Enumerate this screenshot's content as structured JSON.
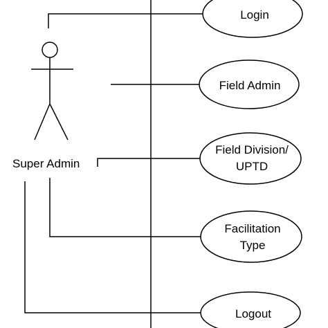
{
  "actor": {
    "name": "Super Admin"
  },
  "use_cases": [
    {
      "lines": [
        "Login"
      ]
    },
    {
      "lines": [
        "Field Admin"
      ]
    },
    {
      "lines": [
        "Field Division/",
        "UPTD"
      ]
    },
    {
      "lines": [
        "Facilitation",
        "Type"
      ]
    },
    {
      "lines": [
        "Logout"
      ]
    }
  ],
  "colors": {
    "stroke": "#000000",
    "background": "#ffffff"
  }
}
